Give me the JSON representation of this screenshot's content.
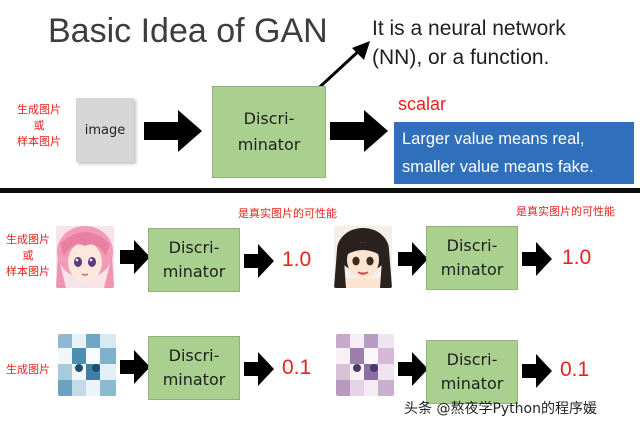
{
  "title": "Basic Idea of GAN",
  "nn_note": {
    "line1": "It is a neural network",
    "line2": "(NN), or a function."
  },
  "top": {
    "source_labels": [
      "生成图片",
      "或",
      "样本图片"
    ],
    "image_label": "image",
    "disc_line1": "Discri-",
    "disc_line2": "minator",
    "scalar_label": "scalar",
    "desc_line1": "Larger value means real,",
    "desc_line2": "smaller value means fake."
  },
  "examples": {
    "prob_note_left": "是真实图片的可性能",
    "prob_note_right": "是真实图片的可性能",
    "row1_labels": [
      "生成图片",
      "或",
      "样本图片"
    ],
    "row2_label": "生成图片",
    "disc_line1": "Discri-",
    "disc_line2": "minator",
    "scores": [
      "1.0",
      "1.0",
      "0.1",
      "0.1"
    ]
  },
  "watermark": "头条 @熬夜学Python的程序媛",
  "colors": {
    "discriminator_fill": "#a9d08e",
    "description_box": "#2f6fbb",
    "accent_red": "#e8231f",
    "arrow": "#000000"
  }
}
